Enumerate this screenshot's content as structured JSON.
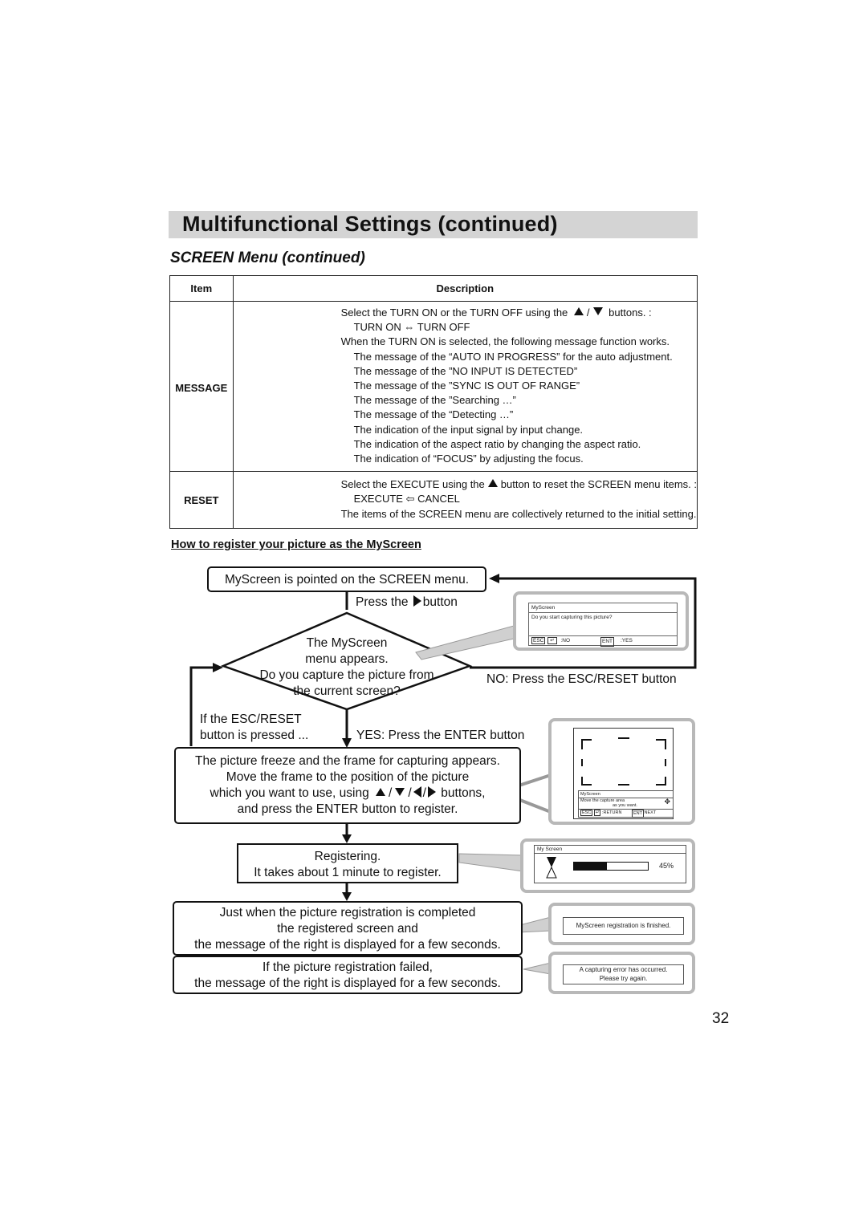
{
  "header": {
    "title": "Multifunctional Settings (continued)",
    "subtitle": "SCREEN Menu (continued)"
  },
  "table": {
    "col_item": "Item",
    "col_desc": "Description",
    "message": {
      "item": "MESSAGE",
      "l1a": "Select the TURN ON or the TURN OFF using the",
      "l1b": "/",
      "l1c": "buttons. :",
      "l2": "TURN ON ⇔ TURN OFF",
      "l3": "When the TURN ON is selected, the following message function works.",
      "l4": "The message of the “AUTO IN PROGRESS” for the auto adjustment.",
      "l5": "The message of the ”NO INPUT IS DETECTED”",
      "l6": "The message of the ”SYNC IS OUT OF RANGE”",
      "l7": "The message of the ”Searching …”",
      "l8": "The message of the “Detecting …”",
      "l9": "The indication of the input signal by input change.",
      "l10": "The indication of the aspect ratio by changing the aspect ratio.",
      "l11": "The indication of “FOCUS” by adjusting the focus."
    },
    "reset": {
      "item": "RESET",
      "l1a": "Select the EXECUTE using the",
      "l1b": "button to reset the SCREEN menu items. :",
      "l2": "EXECUTE ⇦ CANCEL",
      "l3": "The items of the SCREEN menu are collectively returned to the initial setting."
    }
  },
  "section_heading": "How to register your picture as the MyScreen",
  "flow": {
    "start": "MyScreen is pointed on the SCREEN menu.",
    "press_a": "Press the",
    "press_b": "button",
    "diamond_l1": "The MyScreen",
    "diamond_l2": "menu appears.",
    "diamond_l3": "Do you capture the picture from",
    "diamond_l4": "the current screen?",
    "no_label": "NO: Press the ESC/RESET button",
    "esc_l1": "If the ESC/RESET",
    "esc_l2": "button is pressed ...",
    "yes_label": "YES: Press the ENTER button",
    "freeze_l1": "The picture freeze and the frame for capturing appears.",
    "freeze_l2": "Move the frame to the position of the picture",
    "freeze_l3a": "which you want to use, using",
    "freeze_l3b": "/",
    "freeze_l3c": "/",
    "freeze_l3d": "/",
    "freeze_l3e": "buttons,",
    "freeze_l4": "and press the ENTER button to register.",
    "reg_l1": "Registering.",
    "reg_l2": "It takes about 1 minute to register.",
    "done_l1": "Just when the picture registration is completed",
    "done_l2": "the registered screen and",
    "done_l3": "the message of the right is displayed for a few seconds.",
    "fail_l1": "If the picture registration failed,",
    "fail_l2": "the message of the right is displayed for a few seconds."
  },
  "screens": {
    "s1_title": "MyScreen",
    "s1_msg": "Do you start capturing this picture?",
    "s1_esc": "ESC",
    "s1_no": ":NO",
    "s1_ent": "ENT",
    "s1_yes": ":YES",
    "s2_title": "MyScreen",
    "s2_msg1": "Move the capture area",
    "s2_msg2": "as you want.",
    "s2_esc": "ESC",
    "s2_return": ":RETURN",
    "s2_ent": "ENT",
    "s2_next": ":NEXT",
    "s3_title": "My Screen",
    "s3_percent": "45%",
    "s3_progress": 0.45,
    "s4_msg": "MyScreen registration is finished.",
    "s5_l1": "A capturing error has occurred.",
    "s5_l2": "Please try again."
  },
  "page_number": "32"
}
